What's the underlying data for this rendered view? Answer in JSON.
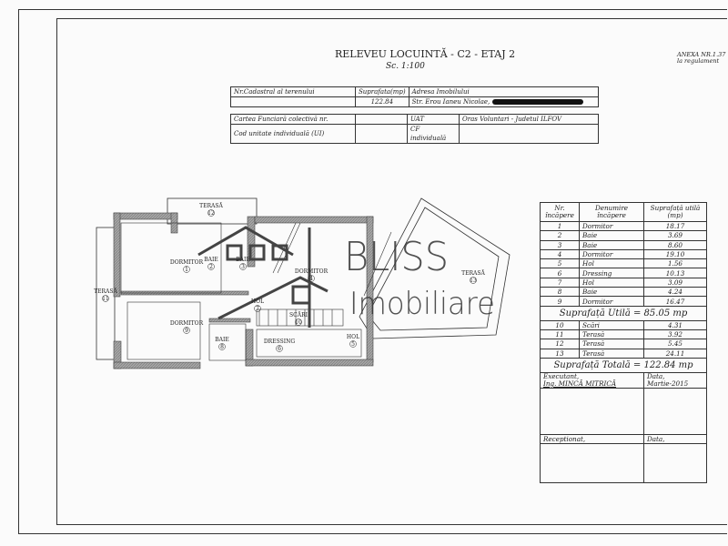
{
  "header": {
    "title": "RELEVEU LOCUINTĂ - C2 - ETAJ 2",
    "scale": "Sc. 1:100",
    "annex_line1": "ANEXA NR.1.37",
    "annex_line2": "la regulament"
  },
  "info_table": {
    "cadastral_label": "Nr.Cadastral al terenului",
    "area_label": "Suprafata(mp)",
    "area_value": "122.84",
    "address_label": "Adresa Imobilului",
    "address_value": "Str. Erou Ianeu Nicolae,",
    "carte_label": "Cartea Funciară colectivă nr.",
    "cod_label": "Cod unitate individuală (UI)",
    "uat_label": "UAT",
    "uat_value": "Oras Voluntari - Judetul ILFOV",
    "cf_label": "CF individuală"
  },
  "rooms_table": {
    "headers": [
      "Nr. încăpere",
      "Denumire încăpere",
      "Suprafață utilă (mp)"
    ],
    "rows": [
      {
        "nr": "1",
        "name": "Dormitor",
        "area": "18.17"
      },
      {
        "nr": "2",
        "name": "Baie",
        "area": "3.69"
      },
      {
        "nr": "3",
        "name": "Baie",
        "area": "8.60"
      },
      {
        "nr": "4",
        "name": "Dormitor",
        "area": "19.10"
      },
      {
        "nr": "5",
        "name": "Hol",
        "area": "1.56"
      },
      {
        "nr": "6",
        "name": "Dressing",
        "area": "10.13"
      },
      {
        "nr": "7",
        "name": "Hol",
        "area": "3.09"
      },
      {
        "nr": "8",
        "name": "Baie",
        "area": "4.24"
      },
      {
        "nr": "9",
        "name": "Dormitor",
        "area": "16.47"
      }
    ],
    "useful_total": "Suprafață Utilă = 85.05 mp",
    "extra_rows": [
      {
        "nr": "10",
        "name": "Scări",
        "area": "4.31"
      },
      {
        "nr": "11",
        "name": "Terasă",
        "area": "3.92"
      },
      {
        "nr": "12",
        "name": "Terasă",
        "area": "5.45"
      },
      {
        "nr": "13",
        "name": "Terasă",
        "area": "24.11"
      }
    ],
    "grand_total": "Suprafață Totală = 122.84 mp",
    "executant_label": "Executant,",
    "executant_name": "Ing. MINCĂ MITRICĂ",
    "date_label": "Data,",
    "date_value": "Martie-2015",
    "receptionat_label": "Receptionat,",
    "date_label2": "Data,"
  },
  "plan": {
    "labels": [
      {
        "name": "DORMITOR",
        "nr": "1"
      },
      {
        "name": "BAIE",
        "nr": "2"
      },
      {
        "name": "BAIE",
        "nr": "3"
      },
      {
        "name": "DORMITOR",
        "nr": "4"
      },
      {
        "name": "HOL",
        "nr": "5"
      },
      {
        "name": "DRESSING",
        "nr": "6"
      },
      {
        "name": "HOL",
        "nr": "7"
      },
      {
        "name": "BAIE",
        "nr": "8"
      },
      {
        "name": "DORMITOR",
        "nr": "9"
      },
      {
        "name": "SCĂRI",
        "nr": "10"
      },
      {
        "name": "TERASĂ",
        "nr": "11"
      },
      {
        "name": "TERASĂ",
        "nr": "12"
      },
      {
        "name": "TERASĂ",
        "nr": "13"
      }
    ]
  },
  "watermark": {
    "line1": "BLISS",
    "line2": "Imobiliare"
  },
  "colors": {
    "wall": "#9a9a9a",
    "ink": "#222222",
    "watermark": "#333333"
  }
}
